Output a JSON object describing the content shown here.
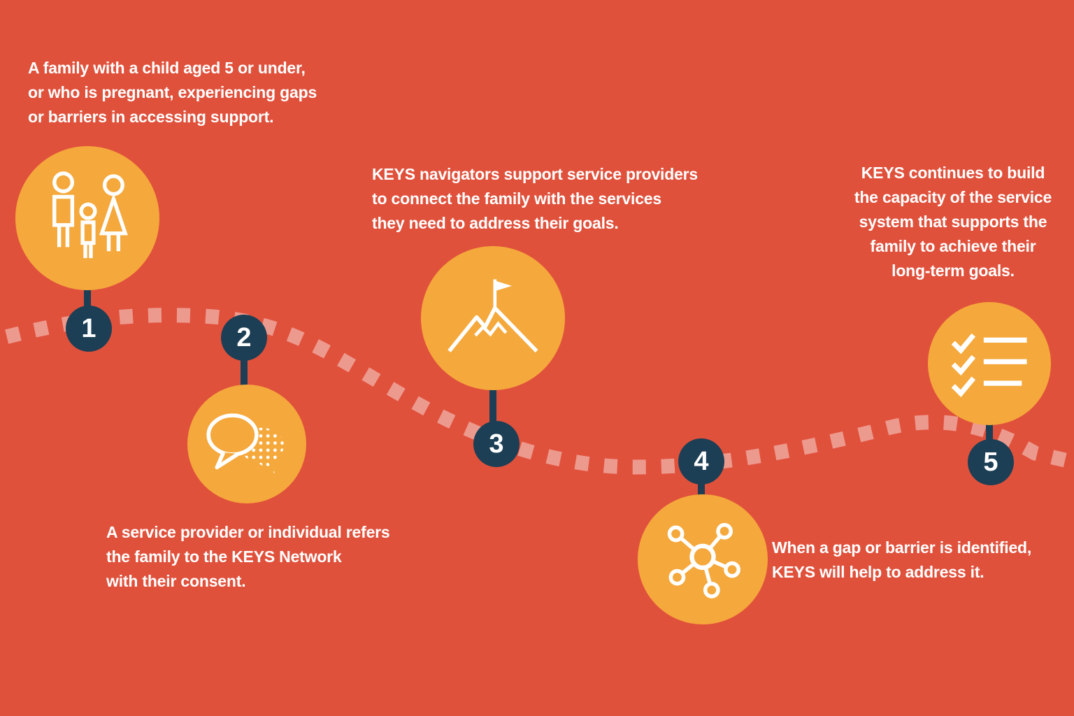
{
  "colors": {
    "background": "#E0513C",
    "circle_orange": "#F5A83B",
    "badge_navy": "#1C3F55",
    "path_dot": "#ED9A8E",
    "text": "#FFFFFF"
  },
  "path": {
    "style": "dotted-wave"
  },
  "steps": [
    {
      "number": "1",
      "icon": "family-icon",
      "text": "A family with a child aged 5 or under,\nor who is pregnant, experiencing gaps\nor barriers in accessing support."
    },
    {
      "number": "2",
      "icon": "speech-bubbles-icon",
      "text": "A service provider or individual refers\nthe family to the KEYS Network\nwith their consent."
    },
    {
      "number": "3",
      "icon": "mountain-flag-icon",
      "text": "KEYS navigators support service providers\nto connect the family with the services\nthey need to address their goals."
    },
    {
      "number": "4",
      "icon": "network-icon",
      "text": "When a gap or barrier is identified,\nKEYS will help to address it."
    },
    {
      "number": "5",
      "icon": "checklist-icon",
      "text": "KEYS continues to build\nthe capacity of the service\nsystem that supports the\nfamily to achieve their\nlong-term goals."
    }
  ]
}
